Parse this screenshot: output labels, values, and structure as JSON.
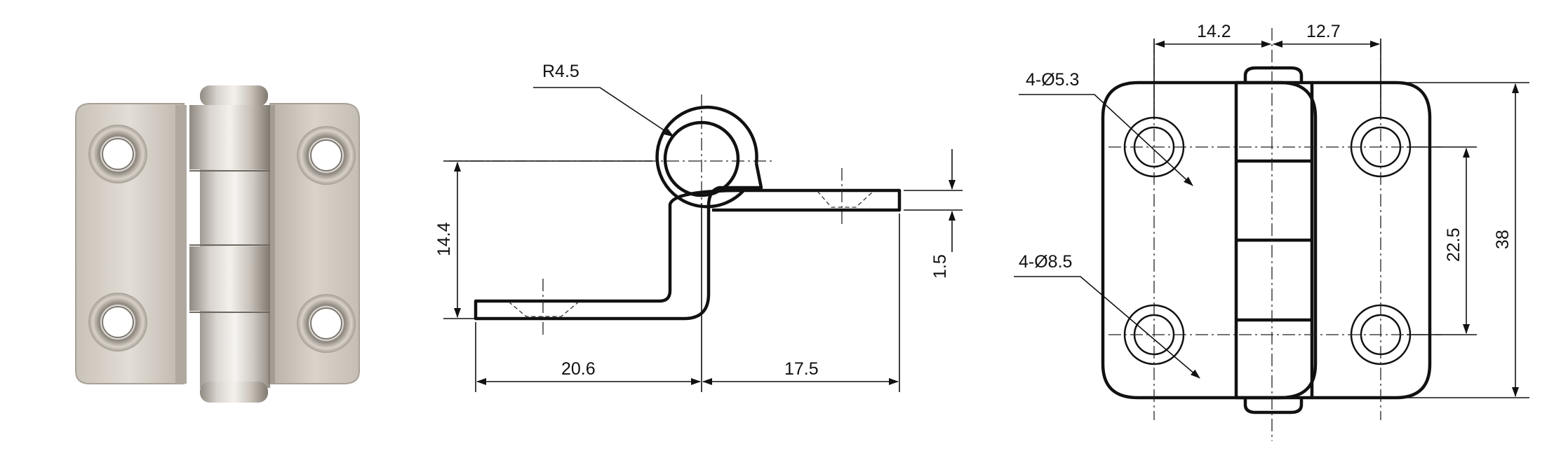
{
  "photo": {
    "subject": "stainless-steel-hinge-photo"
  },
  "side_view": {
    "radius_label": "R4.5",
    "height_label": "14.4",
    "thickness_label": "1.5",
    "left_length_label": "20.6",
    "right_length_label": "17.5"
  },
  "front_view": {
    "top_left_label": "14.2",
    "top_right_label": "12.7",
    "hole_small_label": "4-Ø5.3",
    "hole_large_label": "4-Ø8.5",
    "hole_spacing_label": "22.5",
    "overall_height_label": "38"
  }
}
